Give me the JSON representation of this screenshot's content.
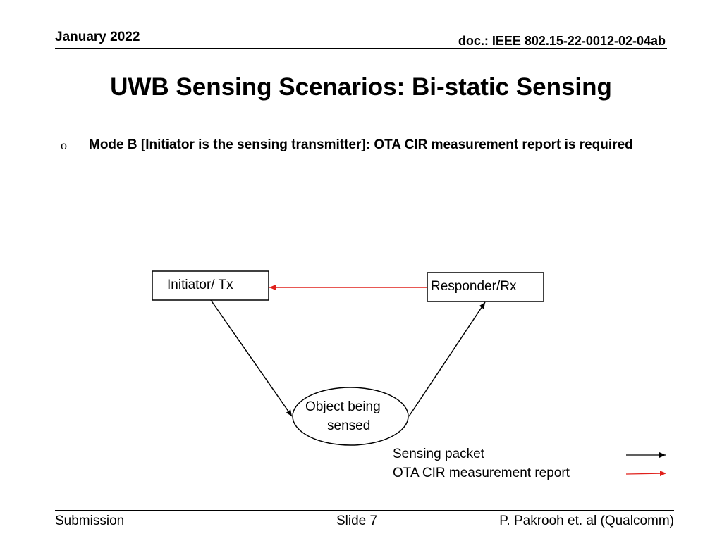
{
  "header": {
    "date": "January 2022",
    "doc_id": "doc.: IEEE 802.15-22-0012-02-04ab"
  },
  "title": "UWB Sensing Scenarios: Bi-static Sensing",
  "bullet": {
    "marker": "o",
    "text": "Mode B [Initiator is the sensing transmitter]: OTA CIR measurement report is required"
  },
  "diagram": {
    "initiator_label": "Initiator/ Tx",
    "responder_label": "Responder/Rx",
    "object_label_line1": "Object being",
    "object_label_line2": "sensed",
    "colors": {
      "sensing_packet": "#000000",
      "report": "#e0201b"
    }
  },
  "legend": {
    "sensing_packet_label": "Sensing packet",
    "report_label": "OTA CIR measurement report"
  },
  "footer": {
    "left": "Submission",
    "center": "Slide 7",
    "right": "P. Pakrooh et. al (Qualcomm)"
  }
}
